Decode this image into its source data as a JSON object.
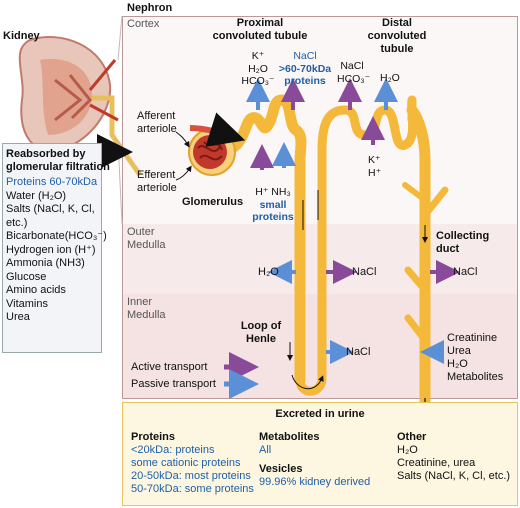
{
  "title": "Nephron",
  "kidney_label": "Kidney",
  "zones": {
    "cortex": "Cortex",
    "outer_medulla": [
      "Outer",
      "Medulla"
    ],
    "inner_medulla": [
      "Inner",
      "Medulla"
    ]
  },
  "parts": {
    "proximal": [
      "Proximal",
      "convoluted tubule"
    ],
    "distal": [
      "Distal",
      "convoluted",
      "tubule"
    ],
    "afferent": [
      "Afferent",
      "arteriole"
    ],
    "efferent": [
      "Efferent",
      "arteriole"
    ],
    "glomerulus": "Glomerulus",
    "collecting_duct": [
      "Collecting",
      "duct"
    ],
    "loop_of_henle": [
      "Loop of",
      "Henle"
    ]
  },
  "proximal_out": {
    "k": "K⁺",
    "h2o": "H₂O",
    "hco3": "HCO₃⁻",
    "nacl": "NaCl",
    "proteins": [
      ">60-70kDa",
      "proteins"
    ]
  },
  "proximal_in": {
    "h_nh3": "H⁺ NH₃",
    "small_proteins": [
      "small",
      "proteins"
    ]
  },
  "distal_out": {
    "nacl": "NaCl",
    "hco3": "HCO₃⁻",
    "h2o": "H₂O"
  },
  "distal_in": {
    "k": "K⁺",
    "h": "H⁺"
  },
  "outer_medulla": {
    "h2o": "H₂O",
    "nacl": "NaCl",
    "duct_nacl": "NaCl"
  },
  "inner_medulla": {
    "nacl": "NaCl",
    "duct_items": [
      "Creatinine",
      "Urea",
      "H₂O",
      "Metabolites"
    ]
  },
  "legend": {
    "active": "Active transport",
    "passive": "Passive transport"
  },
  "reabsorbed": {
    "title": [
      "Reabsorbed by",
      "glomerular filtration"
    ],
    "items": [
      "Proteins 60-70kDa",
      "Water (H₂O)",
      "Salts (NaCl, K, Cl,",
      "etc.)",
      "Bicarbonate(HCO₃⁻)",
      "Hydrogen ion (H⁺)",
      "Ammonia (NH3)",
      "Glucose",
      "Amino acids",
      "Vitamins",
      "Urea"
    ]
  },
  "excreted": {
    "title": "Excreted in urine",
    "proteins_title": "Proteins",
    "proteins_items": [
      "<20kDa: proteins",
      "some cationic proteins",
      "20-50kDa: most proteins",
      "50-70kDa: some proteins"
    ],
    "metabolites_title": "Metabolites",
    "metabolites_items": [
      "All"
    ],
    "vesicles_title": "Vesicles",
    "vesicles_items": [
      "99.96% kidney derived"
    ],
    "other_title": "Other",
    "other_items": [
      "H₂O",
      "Creatinine, urea",
      "Salts (NaCl, K, Cl, etc.)"
    ]
  },
  "colors": {
    "active": "#8a4a9a",
    "passive": "#5b8fd6",
    "tubule": "#f4b93a",
    "blood": "#c0392b",
    "cortex_bg": "#fbf7f7",
    "medulla_bg": "#f7eaea",
    "inner_bg": "#f5e2e2",
    "excreted_bg": "#fdf7e1",
    "blue_text": "#1f5fa8"
  }
}
